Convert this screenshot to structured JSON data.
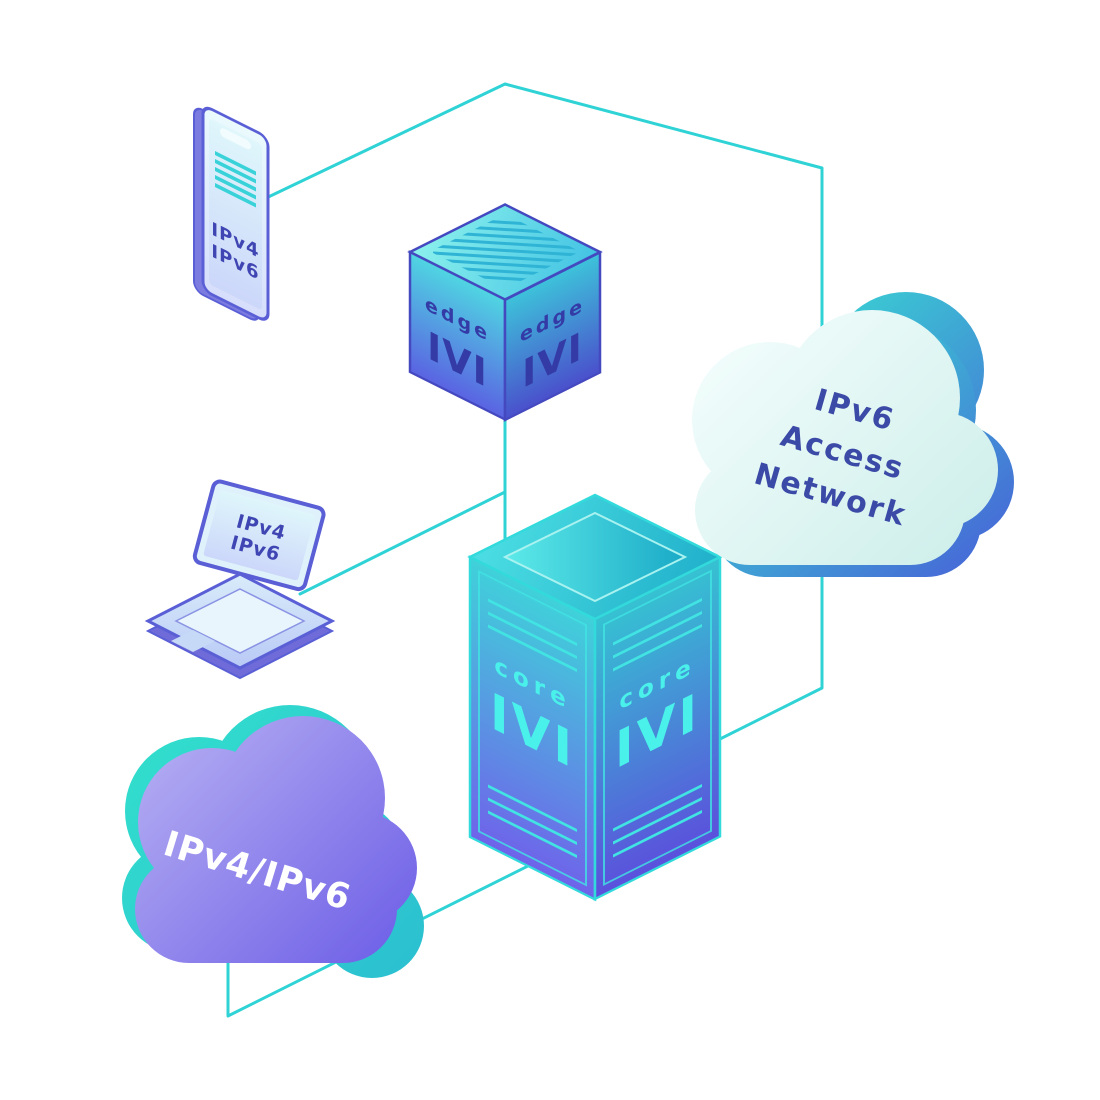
{
  "devices": {
    "phone": {
      "line1": "IPv4",
      "line2": "IPv6"
    },
    "laptop": {
      "line1": "IPv4",
      "line2": "IPv6"
    }
  },
  "edge_router": {
    "name": "edge",
    "label": "IVI"
  },
  "core_router": {
    "name": "core",
    "label": "IVI"
  },
  "cloud_right": {
    "line1": "IPv6",
    "line2": "Access",
    "line3": "Network"
  },
  "cloud_left": {
    "label": "IPv4/IPv6"
  },
  "colors": {
    "background": "#ffffff",
    "connection_line": "#2fd3d6",
    "device_outline": "#5a5fd6",
    "device_text": "#3f45b2",
    "edge_cube_text": "#343ba6",
    "core_tower_text": "#4af0ea",
    "cloud_right_text": "#3b4aa6",
    "cloud_left_text": "#ffffff"
  }
}
